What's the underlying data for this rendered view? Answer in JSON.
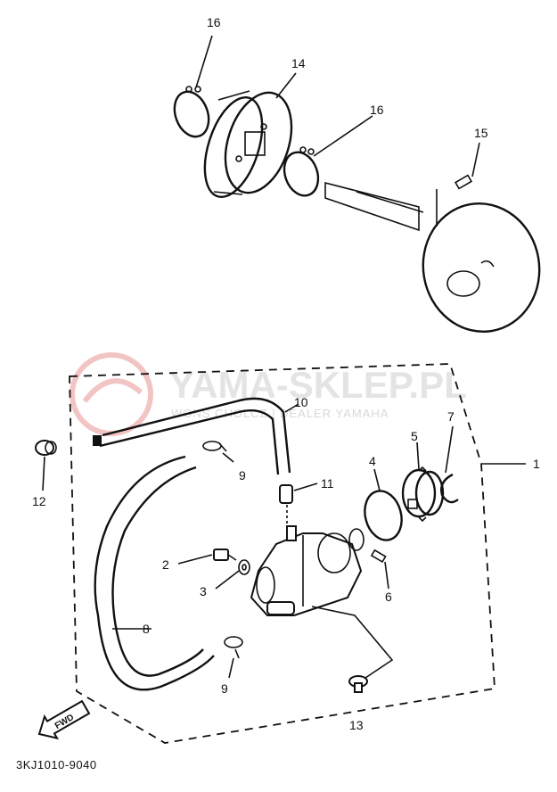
{
  "watermark": {
    "brand": "YAMA-SKLEP.PL",
    "tagline": "WONS CHOLCZ | DEALER YAMAHA",
    "logo_color": "#f4c8c8"
  },
  "diagram_code": "3KJ1010-9040",
  "fwd_label": "FWD",
  "callouts": {
    "c1": "1",
    "c2": "2",
    "c3": "3",
    "c4": "4",
    "c5": "5",
    "c6": "6",
    "c7": "7",
    "c8": "8",
    "c9a": "9",
    "c9b": "9",
    "c10": "10",
    "c11": "11",
    "c12": "12",
    "c13": "13",
    "c14": "14",
    "c15": "15",
    "c16a": "16",
    "c16b": "16"
  }
}
